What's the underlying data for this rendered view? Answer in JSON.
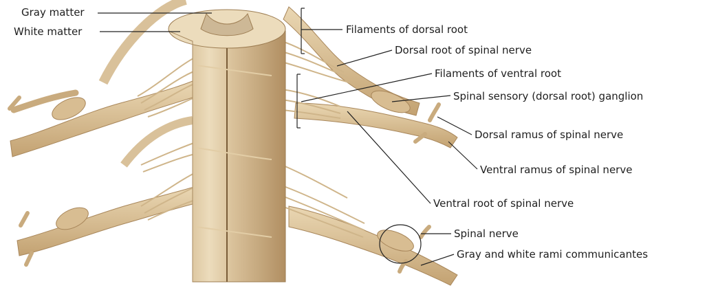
{
  "colors": {
    "background": "#ffffff",
    "nerve_fill": "#dcc59d",
    "nerve_stroke": "#a8865a",
    "cord_light": "#e9d6b2",
    "cord_dark": "#b8986b",
    "gray_matter": "#cdb896",
    "leader_line": "#222222",
    "label_text": "#1e1e1e"
  },
  "labels": {
    "gray_matter": "Gray matter",
    "white_matter": "White matter",
    "filaments_dorsal_root": "Filaments of dorsal root",
    "dorsal_root_spinal_nerve": "Dorsal root of spinal nerve",
    "filaments_ventral_root": "Filaments of ventral root",
    "spinal_sensory_ganglion": "Spinal sensory (dorsal root) ganglion",
    "dorsal_ramus": "Dorsal ramus of spinal nerve",
    "ventral_ramus": "Ventral ramus of spinal nerve",
    "ventral_root": "Ventral root of spinal nerve",
    "spinal_nerve": "Spinal nerve",
    "rami_communicantes": "Gray and white rami communicantes"
  }
}
